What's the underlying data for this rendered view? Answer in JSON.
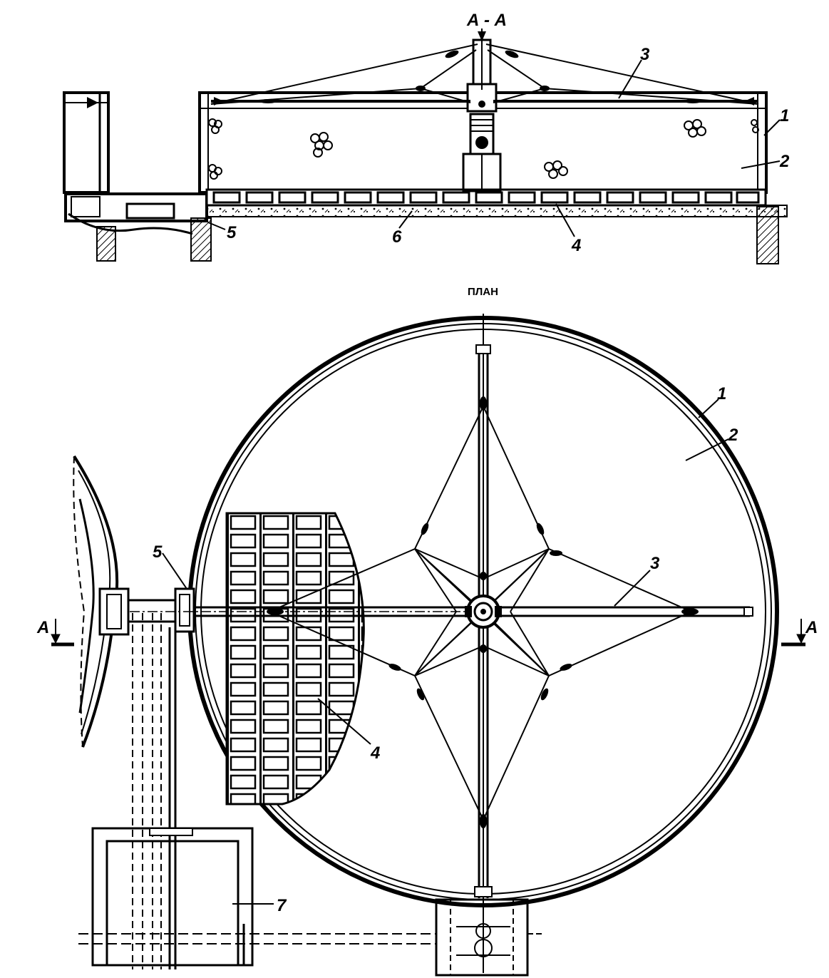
{
  "section": {
    "title": "А - А",
    "callouts": [
      "1",
      "2",
      "3",
      "4",
      "5",
      "6"
    ]
  },
  "plan": {
    "title": "ПЛАН",
    "callouts": [
      "1",
      "2",
      "3",
      "4",
      "5",
      "7"
    ],
    "section_marks": [
      "А",
      "А"
    ]
  },
  "colors": {
    "ink": "#000000",
    "paper": "#ffffff"
  }
}
